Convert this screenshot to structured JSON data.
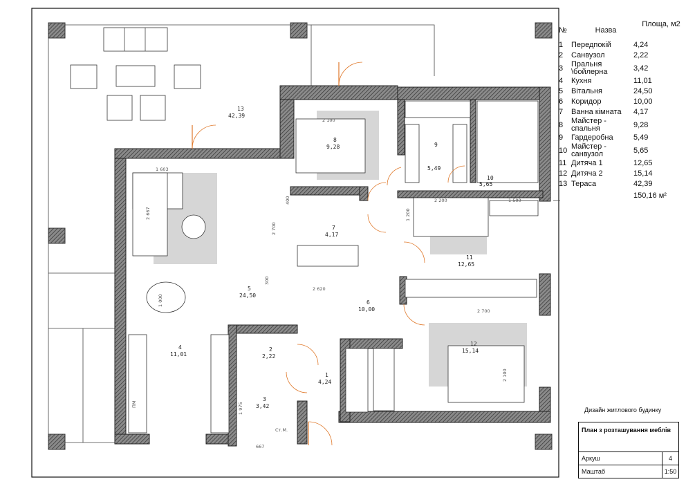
{
  "legend": {
    "header": {
      "no": "№",
      "name": "Назва",
      "area": "Площа, м2"
    },
    "rooms": [
      {
        "no": "1",
        "name": "Передпокій",
        "area": "4,24"
      },
      {
        "no": "2",
        "name": "Санвузол",
        "area": "2,22"
      },
      {
        "no": "3",
        "name": "Пральня \\бойлерна",
        "area": "3,42"
      },
      {
        "no": "4",
        "name": "Кухня",
        "area": "11,01"
      },
      {
        "no": "5",
        "name": "Вітальня",
        "area": "24,50"
      },
      {
        "no": "6",
        "name": "Коридор",
        "area": "10,00"
      },
      {
        "no": "7",
        "name": "Ванна кімната",
        "area": "4,17"
      },
      {
        "no": "8",
        "name": "Майстер - спальня",
        "area": "9,28"
      },
      {
        "no": "9",
        "name": "Гардеробна",
        "area": "5,49"
      },
      {
        "no": "10",
        "name": "Майстер - санвузол",
        "area": "5,65"
      },
      {
        "no": "11",
        "name": "Дитяча 1",
        "area": "12,65"
      },
      {
        "no": "12",
        "name": "Дитяча 2",
        "area": "15,14"
      },
      {
        "no": "13",
        "name": "Тераса",
        "area": "42,39"
      }
    ],
    "total": "150,16 м²"
  },
  "plan": {
    "room_tags": [
      {
        "no": "13",
        "area": "42,39"
      },
      {
        "no": "8",
        "area": "9,28"
      },
      {
        "no": "9",
        "area": "5,49"
      },
      {
        "no": "10",
        "area": "5,65"
      },
      {
        "no": "7",
        "area": "4,17"
      },
      {
        "no": "11",
        "area": "12,65"
      },
      {
        "no": "5",
        "area": "24,50"
      },
      {
        "no": "6",
        "area": "10,00"
      },
      {
        "no": "4",
        "area": "11,01"
      },
      {
        "no": "2",
        "area": "2,22"
      },
      {
        "no": "1",
        "area": "4,24"
      },
      {
        "no": "12",
        "area": "15,14"
      },
      {
        "no": "3",
        "area": "3,42"
      }
    ],
    "dimensions": [
      "1 603",
      "2 667",
      "2 100",
      "2 700",
      "2 200",
      "1 500",
      "2 620",
      "300",
      "1 000",
      "2 700",
      "2 100",
      "1 975",
      "667",
      "1 200",
      "400"
    ],
    "fixture_labels": {
      "washer": "ПМ",
      "dryer": "Ст.М."
    }
  },
  "caption": "Дизайн житлового будинку",
  "title_block": {
    "title": "План з розташування меблів",
    "sheet_label": "Аркуш",
    "sheet_value": "4",
    "scale_label": "Маштаб",
    "scale_value": "1:50"
  }
}
